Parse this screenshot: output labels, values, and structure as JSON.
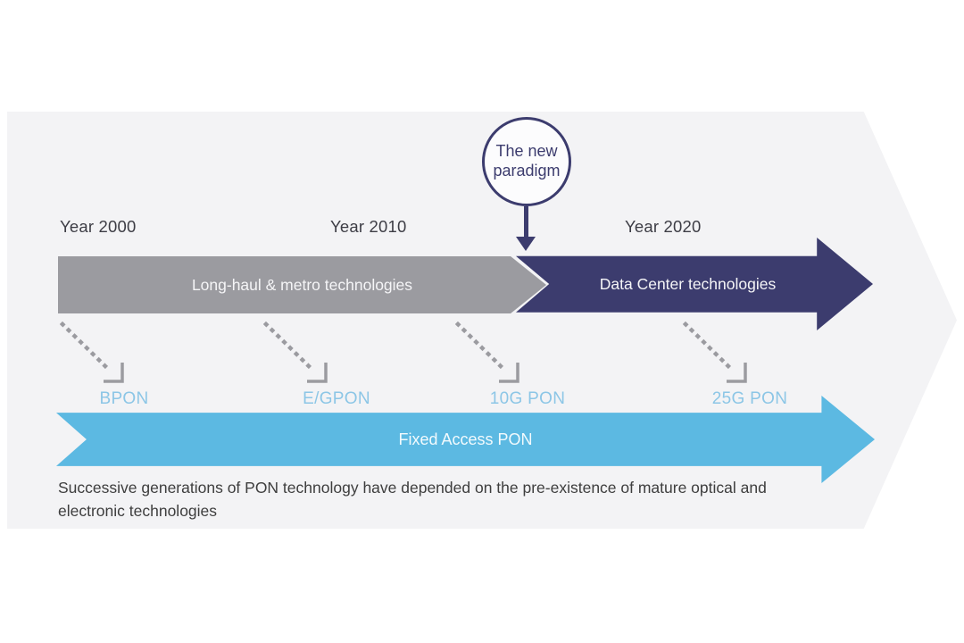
{
  "diagram": {
    "paradigm": {
      "label": "The new paradigm"
    },
    "timeline": {
      "years": [
        "Year 2000",
        "Year 2010",
        "Year 2020"
      ]
    },
    "era_arrows": {
      "long_haul": "Long-haul & metro technologies",
      "data_center": "Data Center technologies"
    },
    "pon_generations": [
      "BPON",
      "E/GPON",
      "10G PON",
      "25G PON"
    ],
    "access_arrow": {
      "label": "Fixed Access PON"
    },
    "caption": "Successive generations of PON technology have depended on the pre-existence of mature optical and electronic technologies",
    "colors": {
      "background_shape": "#f3f3f5",
      "gray_arrow": "#9b9ba0",
      "navy_arrow": "#3c3c6e",
      "blue_arrow": "#5cb9e2",
      "pon_label_text": "#8cc6e6"
    }
  }
}
